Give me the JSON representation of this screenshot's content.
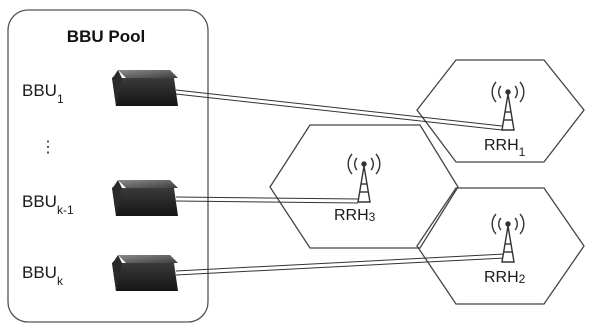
{
  "pool": {
    "title": "BBU Pool"
  },
  "bbus": [
    {
      "id": "bbu-1",
      "base": "BBU",
      "sub": "1"
    },
    {
      "id": "bbu-k-1",
      "base": "BBU",
      "sub": "k-1"
    },
    {
      "id": "bbu-k",
      "base": "BBU",
      "sub": "k"
    }
  ],
  "ellipsis": "⋮",
  "rrhs": [
    {
      "id": "rrh-1",
      "base": "RRH",
      "sub": "1"
    },
    {
      "id": "rrh-3",
      "base": "RRH",
      "sub": "3"
    },
    {
      "id": "rrh-2",
      "base": "RRH",
      "sub": "2"
    }
  ],
  "colors": {
    "line": "#333333",
    "server_top": "#5a5a5a",
    "server_front": "#2a2a2a",
    "server_side": "#3c3c3c"
  }
}
